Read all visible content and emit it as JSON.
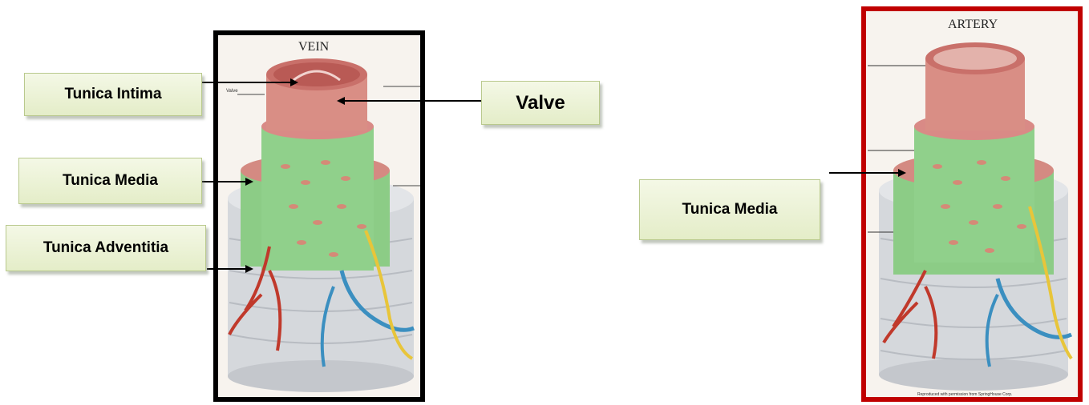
{
  "vein": {
    "title": "VEIN",
    "valve_tag": "Valve",
    "border_color": "#000000"
  },
  "artery": {
    "title": "ARTERY",
    "credit": "Reproduced with permission from SpringHouse Corp.",
    "border_color": "#c00000"
  },
  "labels": {
    "tunica_intima": "Tunica Intima",
    "valve": "Valve",
    "tunica_media_vein": "Tunica Media",
    "tunica_adventitia": "Tunica Adventitia",
    "tunica_media_artery": "Tunica Media"
  },
  "colors": {
    "label_fill": "#e9f0d2",
    "intima": "#d9807a",
    "media_muscle": "#8fcf8a",
    "adventitia": "#d7d9dc",
    "vessel_red": "#c0392b",
    "vessel_blue": "#3b8fc0",
    "nerve_yellow": "#e8c53a"
  }
}
